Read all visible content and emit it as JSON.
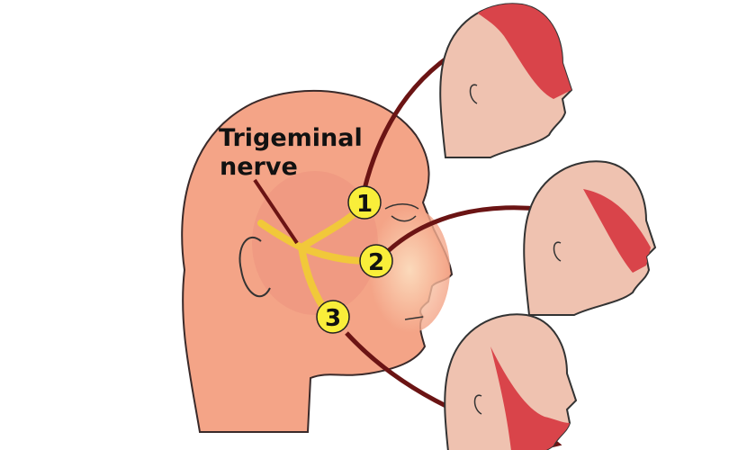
{
  "label": {
    "line1": "Trigeminal",
    "line2": "nerve"
  },
  "branches": [
    {
      "number": "1"
    },
    {
      "number": "2"
    },
    {
      "number": "3"
    }
  ],
  "colors": {
    "skin": "#f4a487",
    "small_head": "#efc2b0",
    "zone": "#d9444a",
    "nerve": "#f1c83a",
    "arrow": "#6b1414",
    "badge": "#f9ee3a"
  }
}
